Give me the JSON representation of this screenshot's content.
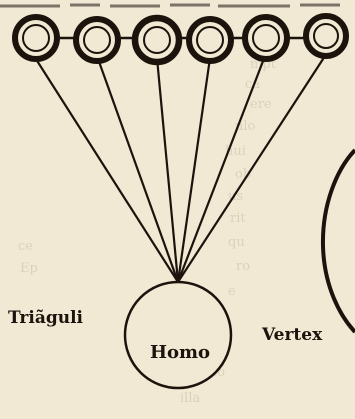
{
  "diagram": {
    "labels": {
      "left": "Triãguli",
      "right": "Vertex",
      "center": "Homo"
    },
    "circle_count": 6,
    "colors": {
      "paper": "#f1e9d4",
      "ink": "#1c140c"
    }
  }
}
